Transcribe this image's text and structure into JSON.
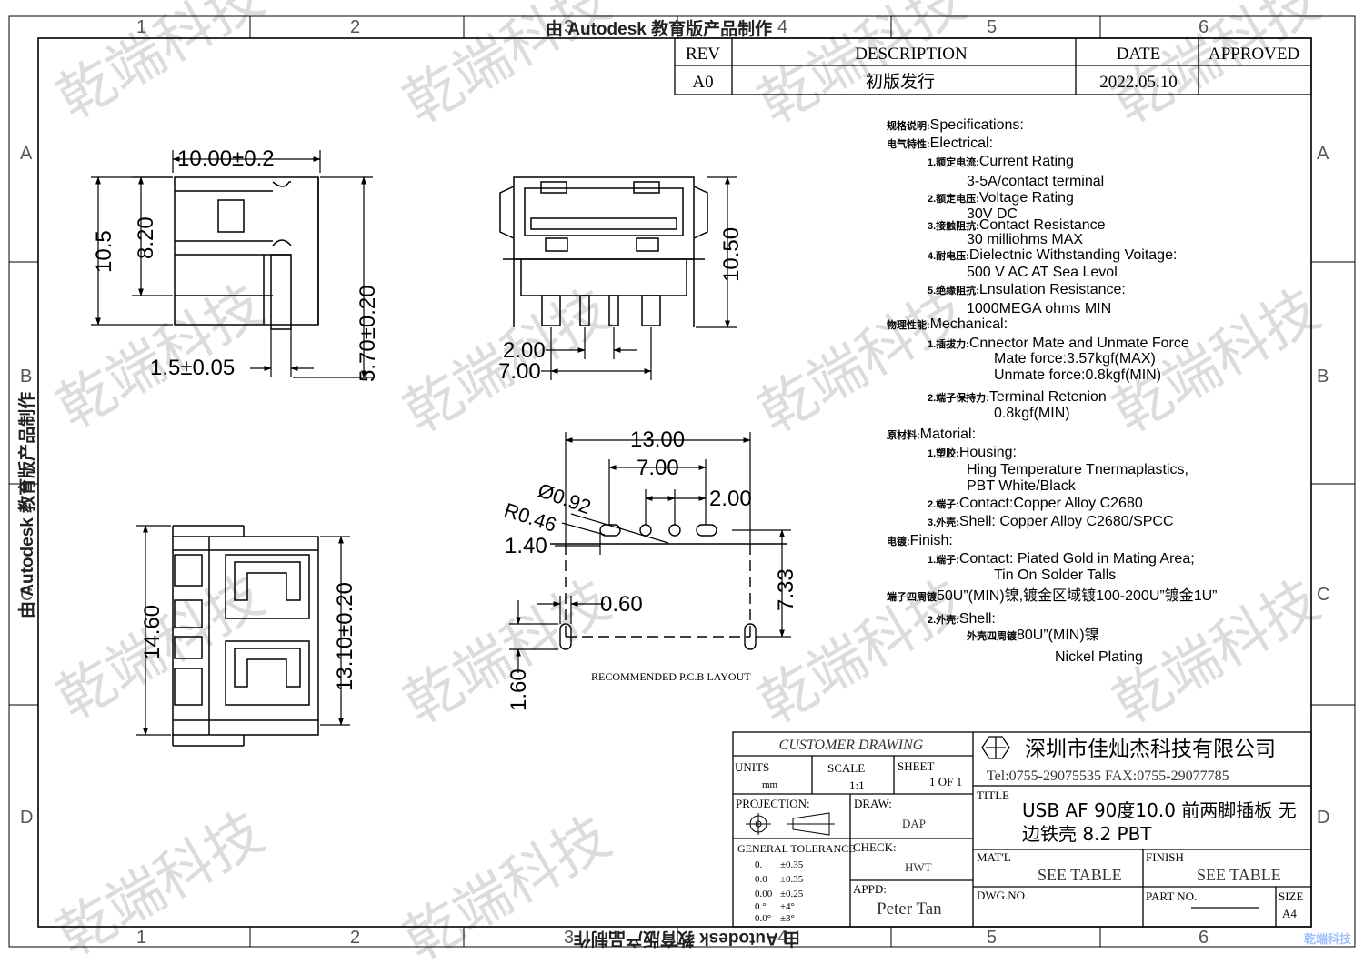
{
  "frame": {
    "columns": [
      "1",
      "2",
      "3",
      "4",
      "5",
      "6"
    ],
    "rows": [
      "A",
      "B",
      "C",
      "D"
    ]
  },
  "watermark": {
    "text": "乾端科技",
    "top_banner": "由 Autodesk 教育版产品制作",
    "side_banner": "由 Autodesk 教育版产品制作",
    "bottom_banner": "由 Autodesk 教育版产品制作",
    "corner_logo": "乾端科技"
  },
  "revision_table": {
    "headers": [
      "REV",
      "DESCRIPTION",
      "DATE",
      "APPROVED"
    ],
    "rows": [
      {
        "rev": "A0",
        "description": "初版发行",
        "date": "2022.05.10",
        "approved": ""
      }
    ]
  },
  "dimensions": {
    "side_width": "10.00±0.2",
    "side_height_total": "10.5",
    "side_height_body": "8.20",
    "side_pin_height": "5.70±0.20",
    "side_pin_thickness": "1.5±0.05",
    "front_height": "10.50",
    "front_pin_pitch": "2.00",
    "front_pin_span": "7.00",
    "top_length": "14.60",
    "top_depth": "13.10±0.20",
    "pcb_width": "13.00",
    "pcb_pin_span": "7.00",
    "pcb_pin_pitch": "2.00",
    "pcb_hole_dia": "Ø0.92",
    "pcb_slot_radius": "R0.46",
    "pcb_offset": "1.40",
    "pcb_depth": "7.33",
    "pcb_slot_width": "0.60",
    "pcb_slot_length": "1.60",
    "pcb_label": "RECOMMENDED   P.C.B LAYOUT"
  },
  "specs": [
    {
      "indent": 0,
      "cn": "规格说明:",
      "en": "Specifications:"
    },
    {
      "indent": 0,
      "cn": "电气特性:",
      "en": "Electrical:"
    },
    {
      "indent": 1,
      "cn": "1.额定电流:",
      "en": "Current  Rating"
    },
    {
      "indent": 2,
      "cn": "",
      "en": "3-5A/contact  terminal"
    },
    {
      "indent": 1,
      "cn": "2.额定电压:",
      "en": "Voltage  Rating"
    },
    {
      "indent": 2,
      "cn": "",
      "en": "30V  DC"
    },
    {
      "indent": 1,
      "cn": "3.接触阻抗:",
      "en": "Contact  Resistance"
    },
    {
      "indent": 2,
      "cn": "",
      "en": "30  milliohms  MAX"
    },
    {
      "indent": 1,
      "cn": "4.耐电压:",
      "en": "Dielectnic  Withstanding  Voitage:"
    },
    {
      "indent": 2,
      "cn": "",
      "en": "500  V  AC  AT  Sea  Levol"
    },
    {
      "indent": 1,
      "cn": "5.绝缘阻抗:",
      "en": "Lnsulation  Resistance:"
    },
    {
      "indent": 2,
      "cn": "",
      "en": "1000MEGA  ohms  MIN"
    },
    {
      "indent": 0,
      "cn": "物理性能:",
      "en": "Mechanical:"
    },
    {
      "indent": 1,
      "cn": "1.插拔力:",
      "en": "Cnnector  Mate  and  Unmate  Force"
    },
    {
      "indent": 3,
      "cn": "",
      "en": "Mate  force:3.57kgf(MAX)"
    },
    {
      "indent": 3,
      "cn": "",
      "en": "Unmate  force:0.8kgf(MIN)"
    },
    {
      "indent": 1,
      "cn": "2.端子保持力:",
      "en": "Terminal  Retenion"
    },
    {
      "indent": 3,
      "cn": "",
      "en": "0.8kgf(MIN)"
    },
    {
      "indent": 0,
      "cn": "原材料:",
      "en": "Matorial:"
    },
    {
      "indent": 1,
      "cn": "1.塑胶:",
      "en": "Housing:"
    },
    {
      "indent": 2,
      "cn": "",
      "en": "Hing  Temperature    Tnermaplastics,"
    },
    {
      "indent": 2,
      "cn": "",
      "en": "PBT  White/Black"
    },
    {
      "indent": 1,
      "cn": "2.端子:",
      "en": "Contact:Copper  Alloy  C2680"
    },
    {
      "indent": 1,
      "cn": "3.外壳:",
      "en": "Shell:  Copper  Alloy  C2680/SPCC"
    },
    {
      "indent": 0,
      "cn": "电镀:",
      "en": "Finish:"
    },
    {
      "indent": 1,
      "cn": "1.端子:",
      "en": "Contact:  Piated  Gold  in  Mating  Area;"
    },
    {
      "indent": 3,
      "cn": "",
      "en": "Tin  On  Solder  Talls"
    },
    {
      "indent": 0,
      "cn": "端子四周镀",
      "en": "50U”(MIN)镍,镀金区域镀100-200U”镀金1U”"
    },
    {
      "indent": 1,
      "cn": "2.外壳:",
      "en": "Shell:"
    },
    {
      "indent": 2,
      "cn": "外壳四周镀",
      "en": "80U”(MIN)镍"
    },
    {
      "indent": 4,
      "cn": "",
      "en": "Nickel  Plating"
    }
  ],
  "title_block": {
    "customer_drawing": "CUSTOMER  DRAWING",
    "units_label": "UNITS",
    "units_value": "mm",
    "scale_label": "SCALE",
    "scale_value": "1:1",
    "sheet_label": "SHEET",
    "sheet_value": "1 OF 1",
    "projection_label": "PROJECTION:",
    "draw_label": "DRAW:",
    "draw_value": "DAP",
    "check_label": "CHECK:",
    "check_value": "HWT",
    "appd_label": "APPD:",
    "appd_value": "Peter  Tan",
    "tolerance_label": "GENERAL  TOLERANCE",
    "tolerances": [
      [
        "0.",
        "±0.35"
      ],
      [
        "0.0",
        "±0.35"
      ],
      [
        "0.00",
        "±0.25"
      ],
      [
        "0.°",
        "±4°"
      ],
      [
        "0.0°",
        "±3°"
      ]
    ],
    "company_name": "深圳市佳灿杰科技有限公司",
    "company_contact": "Tel:0755-29075535  FAX:0755-29077785",
    "title_label": "TITLE",
    "title_line1": "USB  AF  90度10.0  前两脚插板  无",
    "title_line2": "边铁壳  8.2  PBT",
    "matl_label": "MAT'L",
    "matl_value": "SEE  TABLE",
    "finish_label": "FINISH",
    "finish_value": "SEE  TABLE",
    "dwgno_label": "DWG.NO.",
    "partno_label": "PART NO.",
    "size_label": "SIZE",
    "size_value": "A4"
  }
}
